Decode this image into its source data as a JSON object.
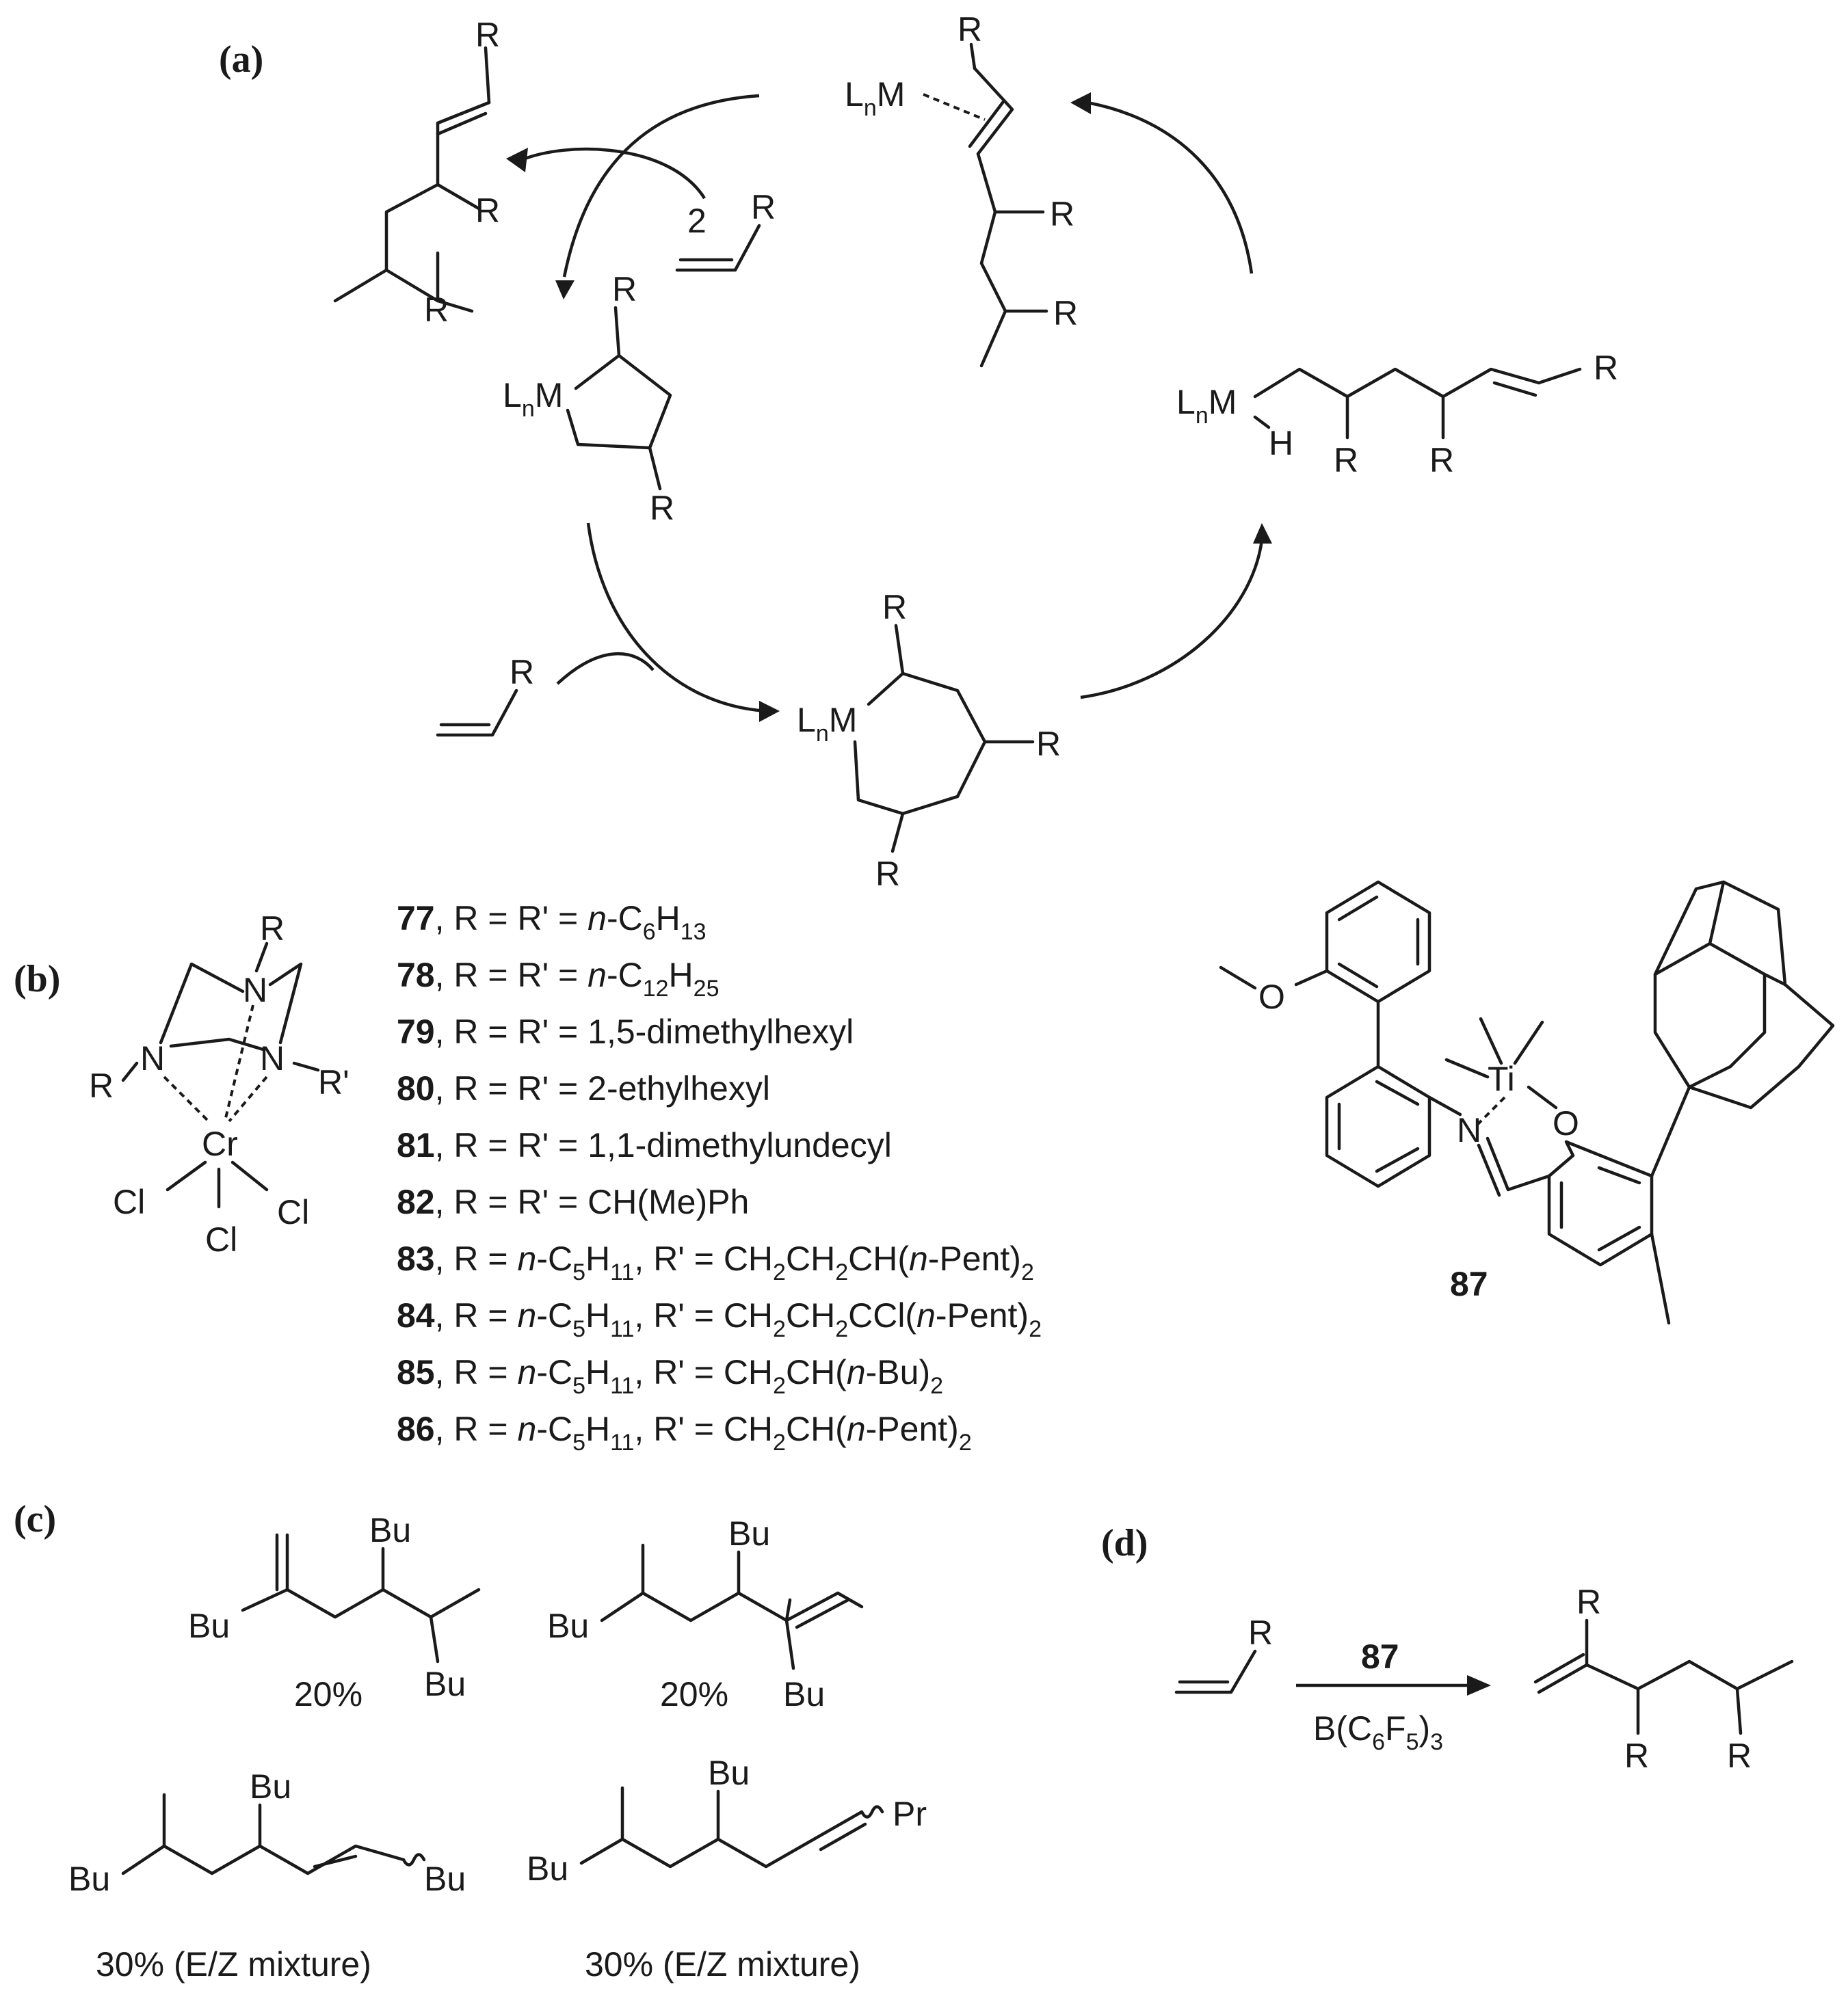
{
  "panels": {
    "a": {
      "label": "(a)",
      "coefficient": "2"
    },
    "b": {
      "label": "(b)",
      "compounds": [
        {
          "id": "77",
          "text": ", R = R' = n-C6H13"
        },
        {
          "id": "78",
          "text": ", R = R' = n-C12H25"
        },
        {
          "id": "79",
          "text": ", R = R' = 1,5-dimethylhexyl"
        },
        {
          "id": "80",
          "text": ", R = R' = 2-ethylhexyl"
        },
        {
          "id": "81",
          "text": ", R = R' = 1,1-dimethylundecyl"
        },
        {
          "id": "82",
          "text": ", R = R' = CH(Me)Ph"
        },
        {
          "id": "83",
          "text": ", R = n-C5H11, R' = CH2CH2CH(n-Pent)2"
        },
        {
          "id": "84",
          "text": ", R = n-C5H11, R' = CH2CH2CCl(n-Pent)2"
        },
        {
          "id": "85",
          "text": ", R = n-C5H11, R' = CH2CH(n-Bu)2"
        },
        {
          "id": "86",
          "text": ", R = n-C5H11, R' = CH2CH(n-Pent)2"
        }
      ],
      "ti_complex_id": "87"
    },
    "c": {
      "label": "(c)",
      "yields": [
        "20%",
        "20%",
        "30% (E/Z mixture)",
        "30% (E/Z mixture)"
      ]
    },
    "d": {
      "label": "(d)",
      "catalyst": "87",
      "cocatalyst": "B(C6F5)3"
    }
  },
  "atoms": {
    "R": "R",
    "Rp": "R'",
    "LnM": "LnM",
    "H": "H",
    "N": "N",
    "Cr": "Cr",
    "Cl": "Cl",
    "Ti": "Ti",
    "O": "O",
    "Bu": "Bu",
    "Pr": "Pr"
  }
}
